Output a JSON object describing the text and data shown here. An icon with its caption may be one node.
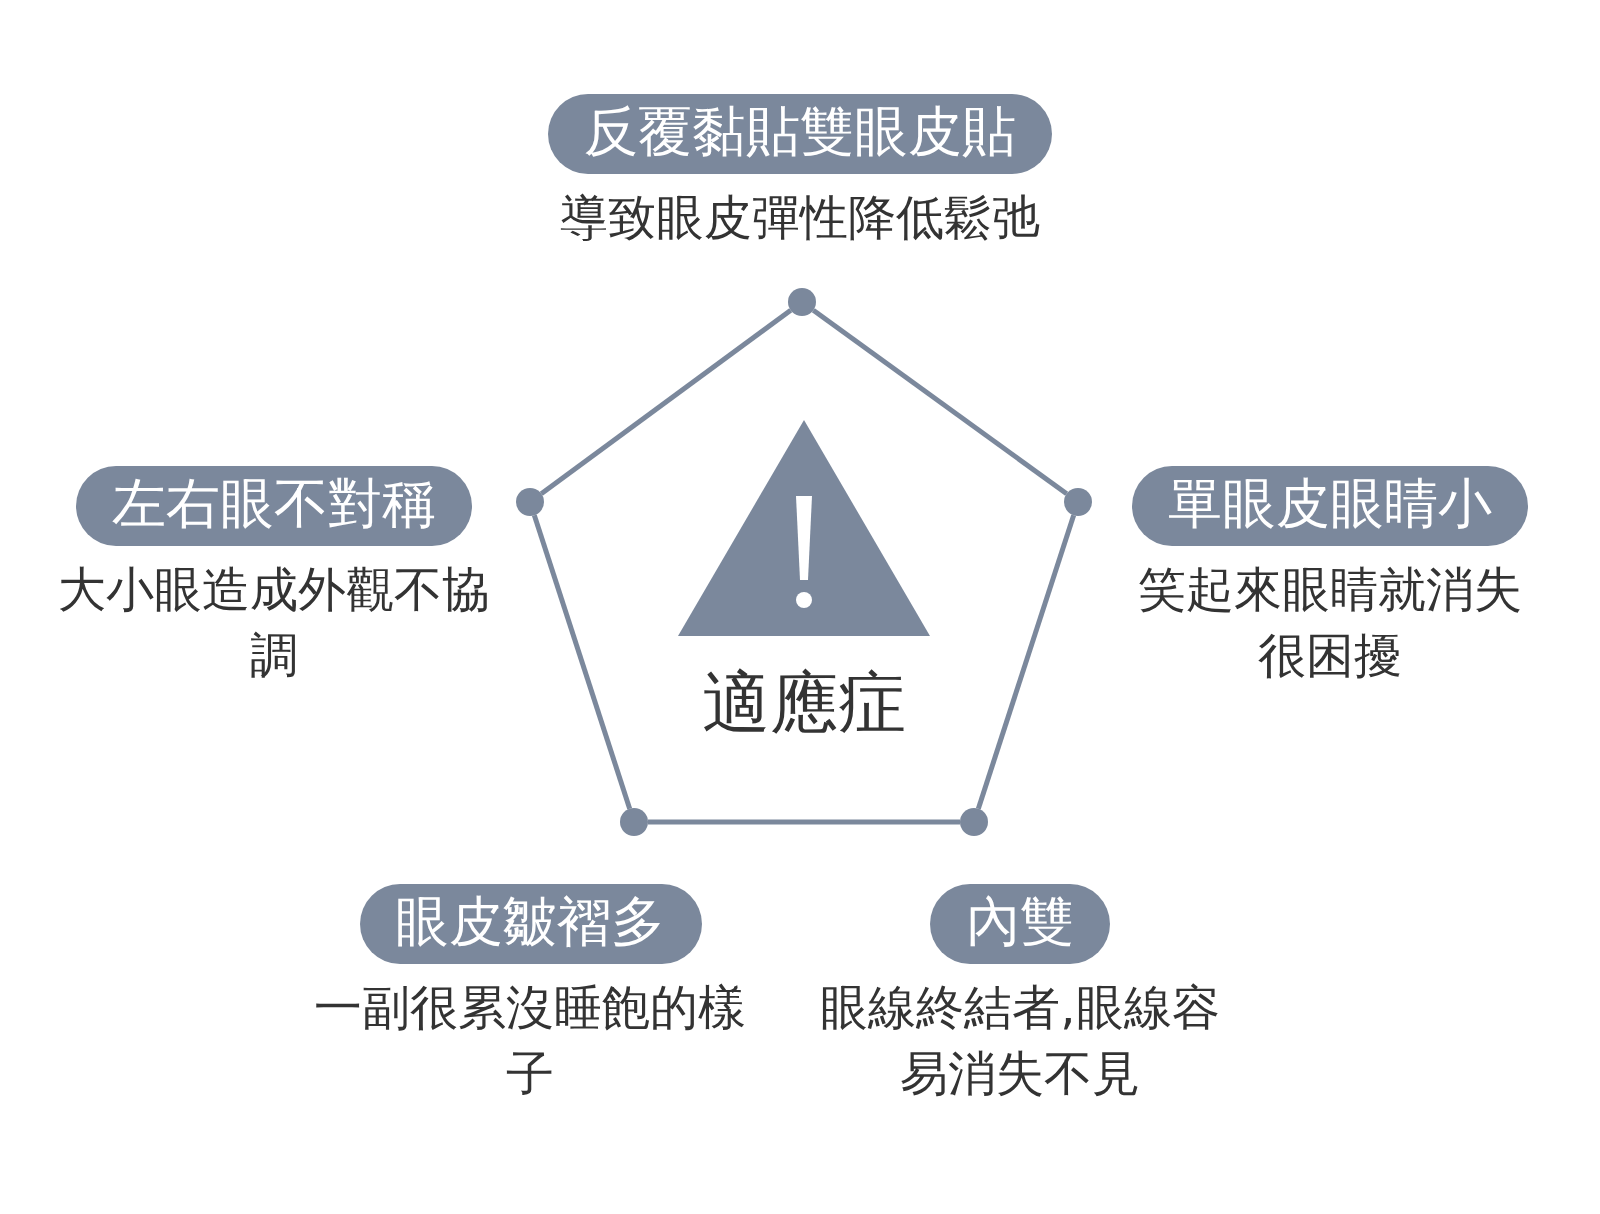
{
  "diagram": {
    "nodes": [
      {
        "text": [
          "反覆黏貼雙眼皮貼",
          "導致眼皮彈性降低鬆弛"
        ]
      },
      {
        "text": [
          "左右眼不對稱",
          "大小眼造成外觀不協調"
        ]
      },
      {
        "text": [
          "單眼皮眼睛小",
          "笑起來眼睛就消失很困擾"
        ]
      },
      {
        "text": [
          "眼皮皺褶多",
          "一副很累沒睡飽的樣子"
        ]
      },
      {
        "text": [
          "內雙",
          "眼線終結者,眼線容易消失不見"
        ]
      },
      {
        "text": [
          "適應症"
        ]
      },
      {
        "text": [],
        "shape": "circle"
      },
      {
        "text": [],
        "shape": "circle"
      },
      {
        "text": [],
        "shape": "circle"
      },
      {
        "text": [],
        "shape": "circle"
      },
      {
        "text": [],
        "shape": "circle"
      }
    ],
    "edges": [
      {
        "from": 6,
        "to": 8,
        "arrow": "none"
      },
      {
        "from": 8,
        "to": 10,
        "arrow": "none"
      },
      {
        "from": 10,
        "to": 9,
        "arrow": "none"
      },
      {
        "from": 9,
        "to": 7,
        "arrow": "none"
      },
      {
        "from": 7,
        "to": 6,
        "arrow": "none"
      }
    ]
  }
}
